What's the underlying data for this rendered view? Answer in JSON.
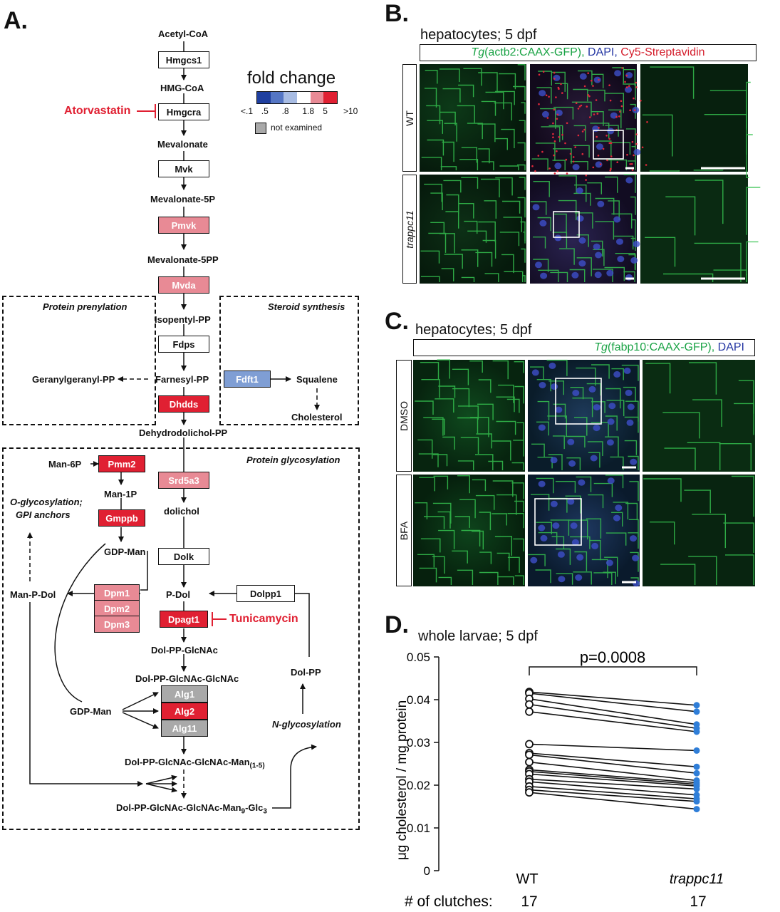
{
  "panel_labels": {
    "a": "A.",
    "b": "B.",
    "c": "C.",
    "d": "D."
  },
  "pathway": {
    "metabolites": {
      "acetyl_coa": "Acetyl-CoA",
      "hmg_coa": "HMG-CoA",
      "mevalonate": "Mevalonate",
      "mevalonate_5p": "Mevalonate-5P",
      "mevalonate_5pp": "Mevalonate-5PP",
      "isopentyl_pp": "Isopentyl-PP",
      "farnesyl_pp": "Farnesyl-PP",
      "geranylgeranyl_pp": "Geranylgeranyl-PP",
      "squalene": "Squalene",
      "cholesterol": "Cholesterol",
      "dehydrodolichol_pp": "Dehydrodolichol-PP",
      "man_6p": "Man-6P",
      "man_1p": "Man-1P",
      "gdp_man": "GDP-Man",
      "dolichol": "dolichol",
      "p_dol": "P-Dol",
      "man_p_dol": "Man-P-Dol",
      "dol_pp_glcnac": "Dol-PP-GlcNAc",
      "dol_pp_glcnac_glcnac": "Dol-PP-GlcNAc-GlcNAc",
      "gdp_man_2": "GDP-Man",
      "dol_pp": "Dol-PP",
      "dol_man15_main": "Dol-PP-GlcNAc-GlcNAc-Man",
      "dol_man15_sub": "(1-5)",
      "dol_man9_main": "Dol-PP-GlcNAc-GlcNAc-Man",
      "dol_man9_sub": "9",
      "dol_man9_tail": "-Glc",
      "dol_man9_sub2": "3",
      "o_glyco_1": "O-glycosylation;",
      "o_glyco_2": "GPI anchors",
      "n_glyco": "N-glycosylation"
    },
    "enzymes": {
      "hmgcs1": "Hmgcs1",
      "hmgcra": "Hmgcra",
      "mvk": "Mvk",
      "pmvk": "Pmvk",
      "mvda": "Mvda",
      "fdps": "Fdps",
      "fdft1": "Fdft1",
      "dhdds": "Dhdds",
      "pmm2": "Pmm2",
      "gmppb": "Gmppb",
      "srd5a3": "Srd5a3",
      "dolk": "Dolk",
      "dpm1": "Dpm1",
      "dpm2": "Dpm2",
      "dpm3": "Dpm3",
      "dpagt1": "Dpagt1",
      "dolpp1": "Dolpp1",
      "alg1": "Alg1",
      "alg2": "Alg2",
      "alg11": "Alg11"
    },
    "regions": {
      "prenylation": "Protein prenylation",
      "steroid": "Steroid synthesis",
      "glycosylation": "Protein glycosylation"
    },
    "inhibitors": {
      "atorvastatin": "Atorvastatin",
      "tunicamycin": "Tunicamycin"
    },
    "legend": {
      "title": "fold change",
      "ticks": [
        "<.1",
        ".5",
        ".8",
        "1.8",
        "5",
        ">10"
      ],
      "colors": [
        "#1f3f9f",
        "#5576c4",
        "#a8bce3",
        "#ffffff",
        "#e88a95",
        "#e02032"
      ],
      "not_examined": "not examined"
    },
    "colors": {
      "up": "#e88a95",
      "up_strong": "#e02032",
      "down": "#7f9ed4",
      "not_examined": "#a9a9a9"
    }
  },
  "panel_b": {
    "title": "hepatocytes; 5 dpf",
    "caption": {
      "tg": "Tg",
      "construct": "(actb2:CAAX-GFP),",
      "dapi": "DAPI,",
      "strep": "Cy5-Streptavidin"
    },
    "rows": [
      "WT",
      "trappc11"
    ]
  },
  "panel_c": {
    "title": "hepatocytes; 5 dpf",
    "caption": {
      "tg": "Tg",
      "construct": "(fabp10:CAAX-GFP),",
      "dapi": "DAPI"
    },
    "rows": [
      "DMSO",
      "BFA"
    ]
  },
  "panel_d": {
    "title": "whole larvae; 5 dpf",
    "pvalue": "p=0.0008",
    "clutch_label": "# of clutches:",
    "clutch_counts": [
      "17",
      "17"
    ]
  },
  "chart_data": {
    "type": "scatter",
    "title": "whole larvae; 5 dpf",
    "ylabel": "μg cholesterol / mg protein",
    "xlabel": "",
    "categories": [
      "WT",
      "trappc11"
    ],
    "ylim": [
      0,
      0.05
    ],
    "yticks": [
      "0",
      "0.01",
      "0.02",
      "0.03",
      "0.04",
      "0.05"
    ],
    "annotation": "p=0.0008",
    "pairs": [
      [
        0.0418,
        0.0387
      ],
      [
        0.0415,
        0.0372
      ],
      [
        0.0402,
        0.0342
      ],
      [
        0.0389,
        0.0333
      ],
      [
        0.0372,
        0.0325
      ],
      [
        0.0296,
        0.0281
      ],
      [
        0.0275,
        0.0243
      ],
      [
        0.0271,
        0.0228
      ],
      [
        0.0254,
        0.0211
      ],
      [
        0.0236,
        0.0206
      ],
      [
        0.0232,
        0.0202
      ],
      [
        0.0226,
        0.0198
      ],
      [
        0.0214,
        0.0191
      ],
      [
        0.0208,
        0.0177
      ],
      [
        0.0197,
        0.0168
      ],
      [
        0.0189,
        0.0162
      ],
      [
        0.0183,
        0.0144
      ]
    ],
    "series": [
      {
        "name": "WT",
        "marker": "open-circle",
        "color": "#111111"
      },
      {
        "name": "trappc11",
        "marker": "filled-circle",
        "color": "#2f7ed8"
      }
    ]
  }
}
